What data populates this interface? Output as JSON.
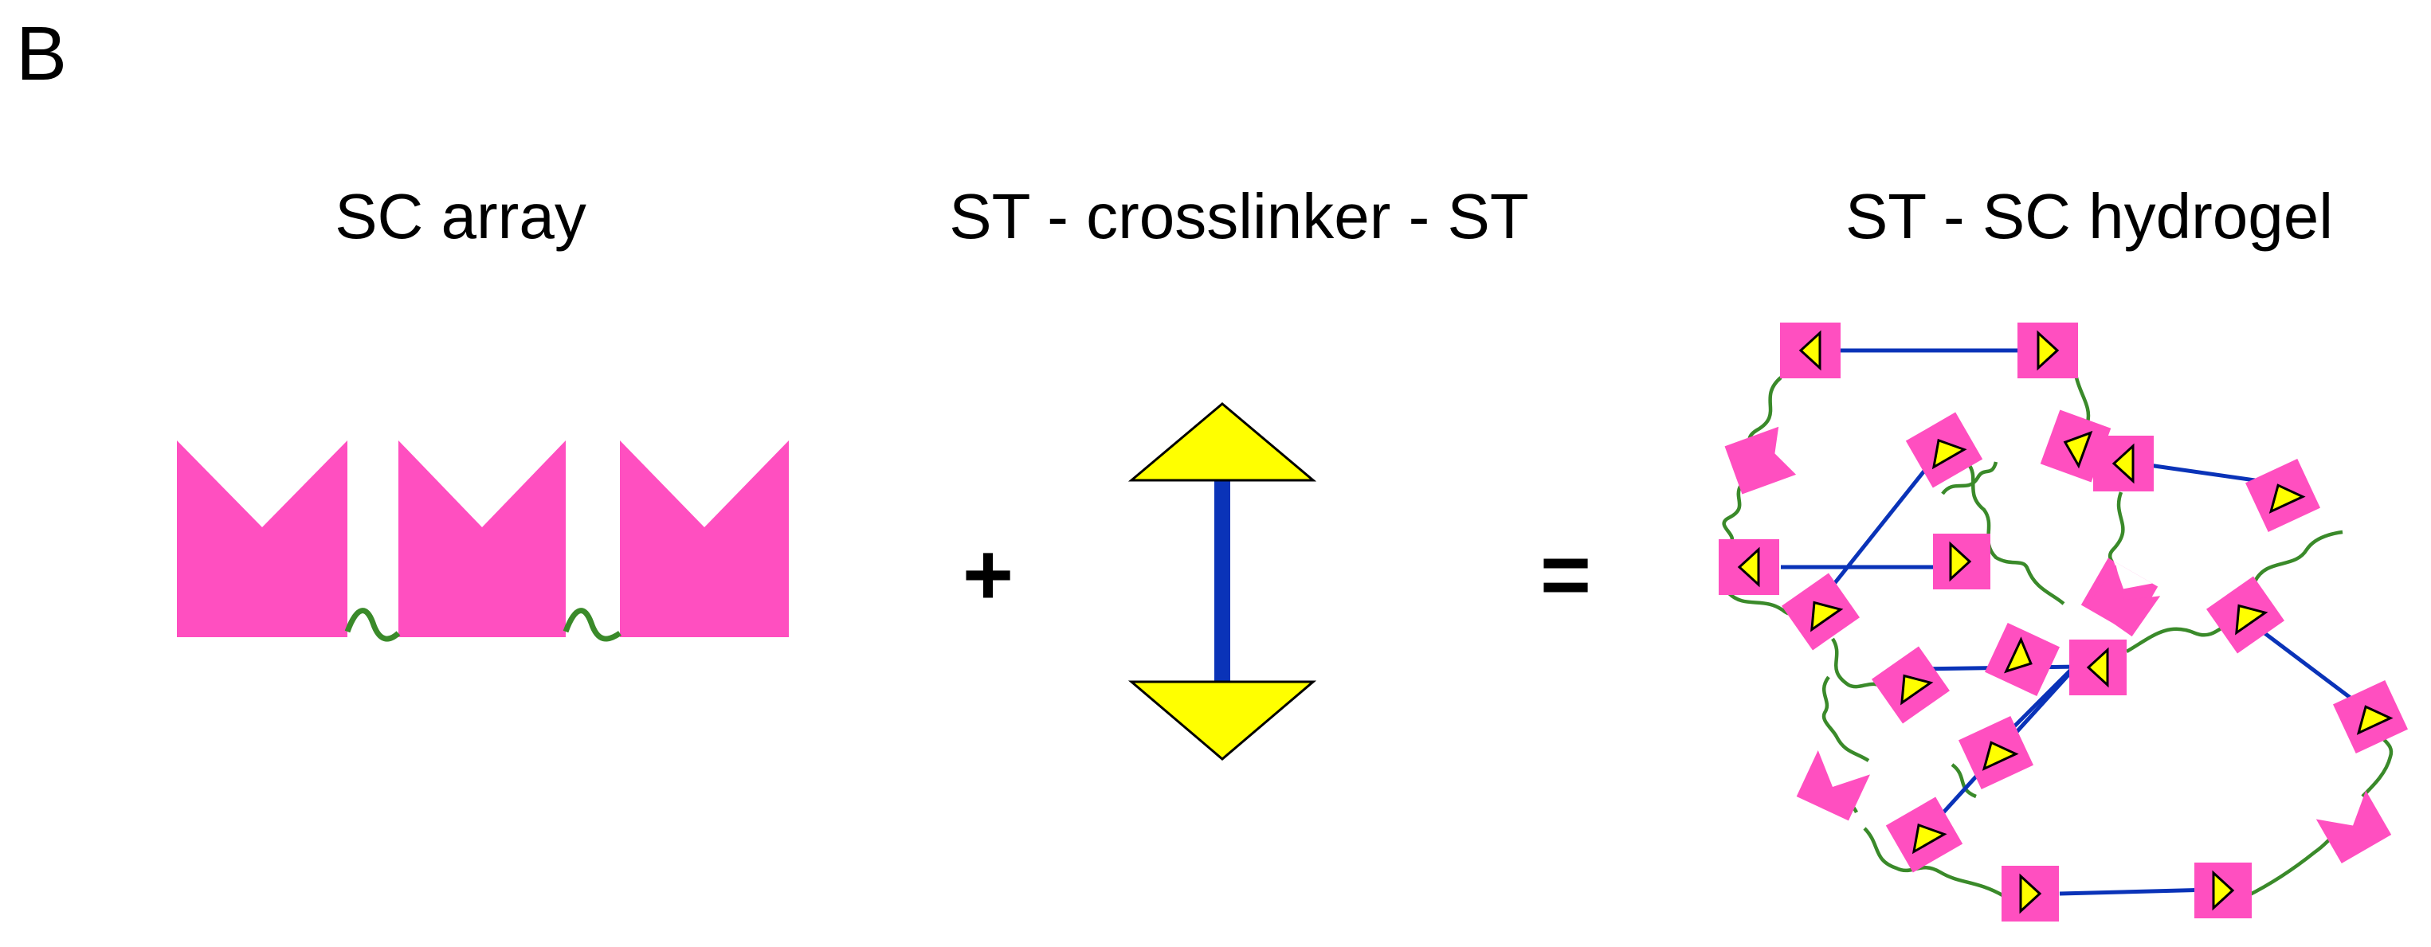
{
  "panel_label": "B",
  "sections": {
    "sc_array": {
      "title": "SC array"
    },
    "crosslinker": {
      "title": "ST - crosslinker - ST"
    },
    "hydrogel": {
      "title": "ST - SC hydrogel"
    }
  },
  "operators": {
    "plus": "+",
    "equals": "="
  },
  "colors": {
    "catcher": "#ff4fc0",
    "tag": "#ffff00",
    "crosslinker": "#0a33b8",
    "linker": "#3a8a2a",
    "outline": "#000000"
  }
}
